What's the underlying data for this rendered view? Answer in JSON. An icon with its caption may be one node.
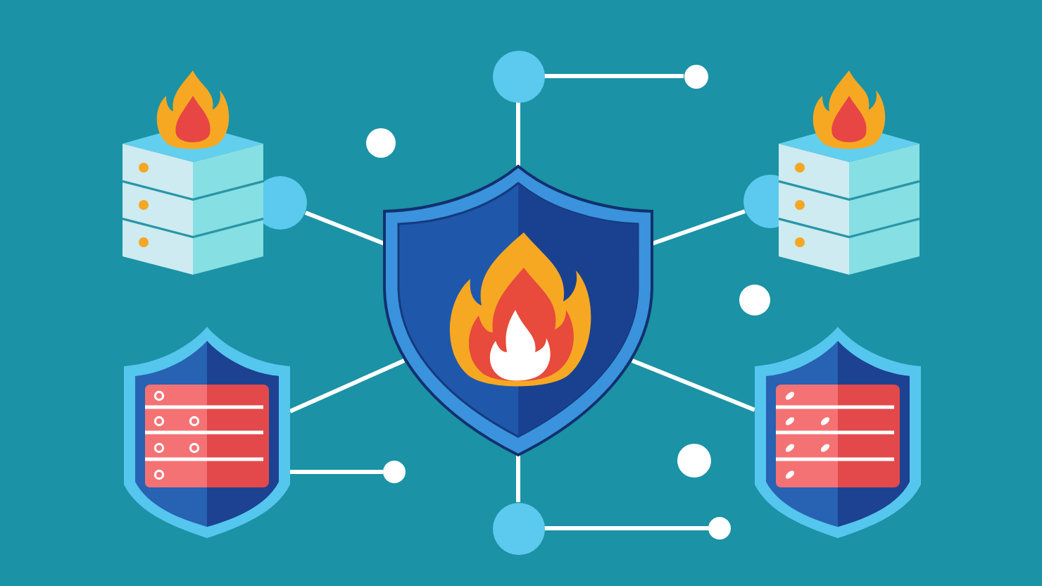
{
  "diagram": {
    "nodes": [
      {
        "text": [],
        "shape": "circle"
      },
      {
        "text": [],
        "shape": "circle"
      },
      {
        "text": [],
        "shape": "circle"
      },
      {
        "text": [],
        "shape": "picture"
      },
      {
        "text": [],
        "shape": "picture"
      },
      {
        "text": [],
        "shape": "picture"
      },
      {
        "text": [],
        "shape": "circle"
      },
      {
        "text": [],
        "shape": "picture"
      },
      {
        "text": [],
        "shape": "picture"
      },
      {
        "text": [],
        "shape": "circle"
      },
      {
        "text": [],
        "shape": "circle"
      },
      {
        "text": [],
        "shape": "circle"
      },
      {
        "text": [],
        "shape": "circle"
      }
    ],
    "edges": [
      {
        "from": 5,
        "to": 0,
        "arrow": "none"
      },
      {
        "from": 0,
        "to": 1,
        "arrow": "none"
      },
      {
        "from": 3,
        "to": 5,
        "arrow": "none"
      },
      {
        "from": 4,
        "to": 5,
        "arrow": "none"
      },
      {
        "from": 7,
        "to": 5,
        "arrow": "none"
      },
      {
        "from": 7,
        "to": 9,
        "arrow": "none"
      },
      {
        "from": 8,
        "to": 5,
        "arrow": "none"
      },
      {
        "from": 5,
        "to": 11,
        "arrow": "none"
      },
      {
        "from": 11,
        "to": 12,
        "arrow": "none"
      }
    ]
  }
}
